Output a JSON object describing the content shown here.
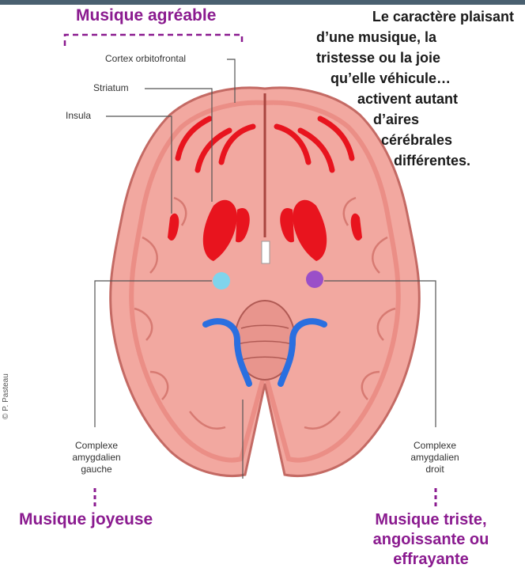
{
  "titles": {
    "agreable": "Musique agréable",
    "joyeuse": "Musique joyeuse",
    "triste": [
      "Musique triste,",
      "angoissante ou",
      "effrayante"
    ]
  },
  "caption": [
    "Le caractère plaisant",
    "d’une musique, la",
    "tristesse ou la joie",
    "qu’elle véhicule…",
    "activent autant",
    "d’aires",
    "cérébrales",
    "différentes."
  ],
  "labels": {
    "cortex": "Cortex orbitofrontal",
    "striatum": "Striatum",
    "insula": "Insula",
    "amyg_left": [
      "Complexe",
      "amygdalien",
      "gauche"
    ],
    "amyg_right": [
      "Complexe",
      "amygdalien",
      "droit"
    ]
  },
  "credit": "© P. Pasteau",
  "colors": {
    "accent_purple": "#8a1a8f",
    "brain_tissue": "#f2a8a0",
    "active_red": "#e8141e",
    "active_blue": "#2a6fe0",
    "amygdala_left": "#7fd4ec",
    "amygdala_right": "#9a4fc8"
  }
}
